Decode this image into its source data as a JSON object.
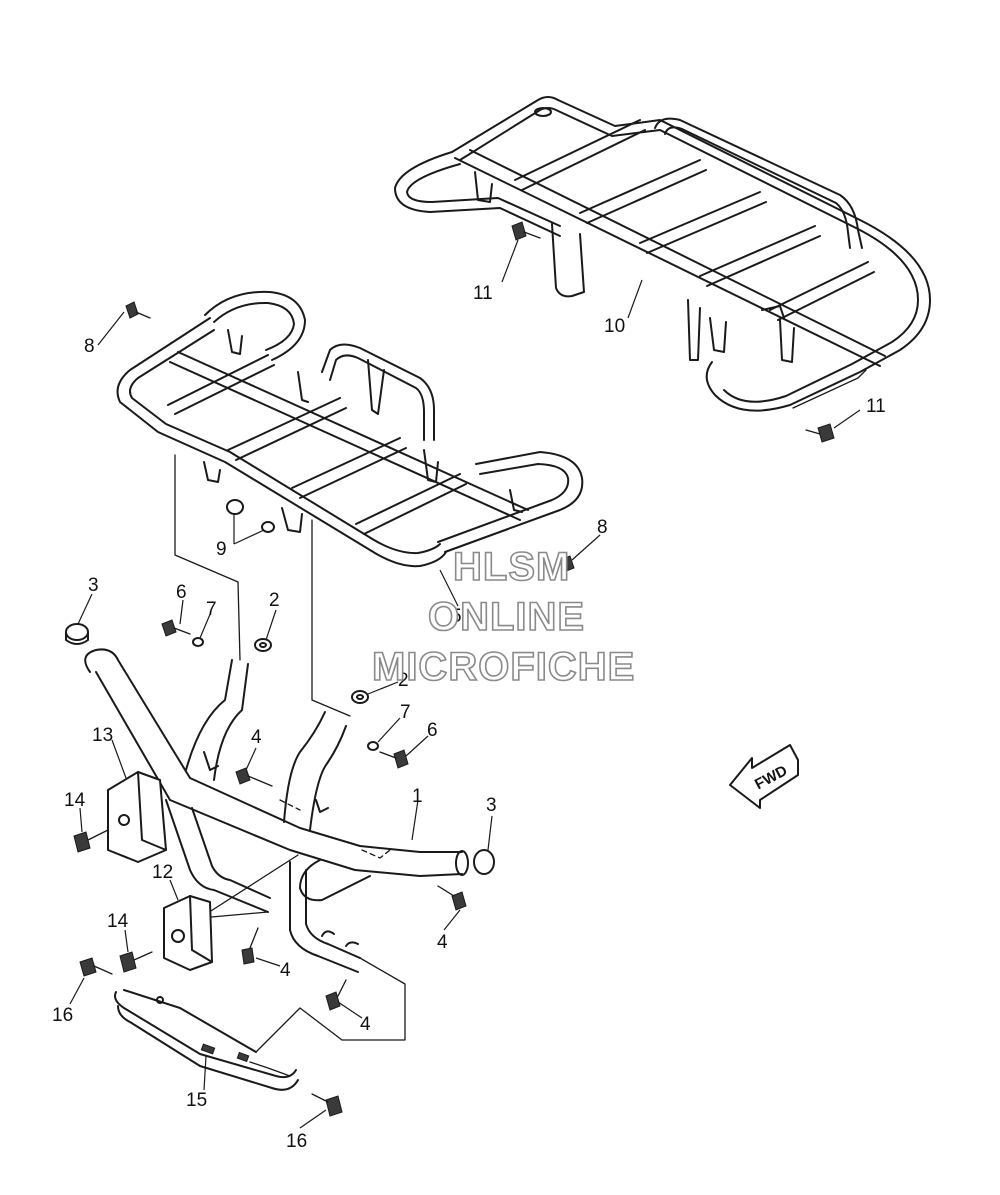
{
  "watermark": {
    "line1": "HLSM",
    "line2": "ONLINE",
    "line3": "MICROFICHE",
    "color": "#8a8a8a"
  },
  "direction_indicator": {
    "label": "FWD",
    "icon": "arrow-left-icon"
  },
  "callouts": {
    "c1": "1",
    "c2a": "2",
    "c2b": "2",
    "c3a": "3",
    "c3b": "3",
    "c4a": "4",
    "c4b": "4",
    "c4c": "4",
    "c4d": "4",
    "c5": "5",
    "c6a": "6",
    "c6b": "6",
    "c7a": "7",
    "c7b": "7",
    "c8a": "8",
    "c8b": "8",
    "c9": "9",
    "c10": "10",
    "c11a": "11",
    "c11b": "11",
    "c12": "12",
    "c13": "13",
    "c14a": "14",
    "c14b": "14",
    "c15": "15",
    "c16a": "16",
    "c16b": "16"
  }
}
